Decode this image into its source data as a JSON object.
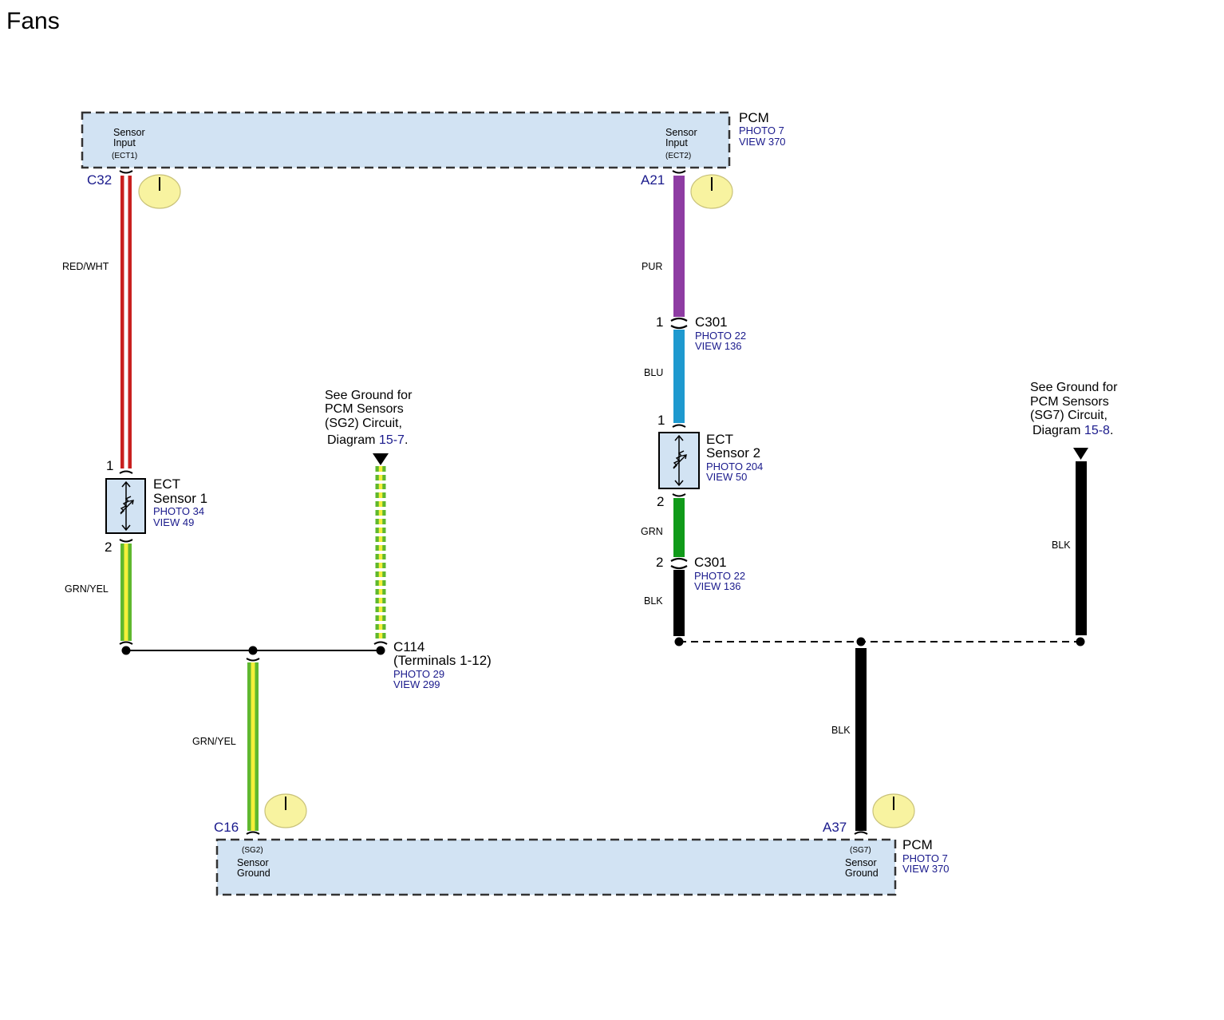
{
  "title": "Fans",
  "pcm_top": {
    "name": "PCM",
    "photo": "PHOTO 7",
    "view": "VIEW 370",
    "left_input": {
      "line1": "Sensor",
      "line2": "Input",
      "code": "(ECT1)",
      "pin": "C32"
    },
    "right_input": {
      "line1": "Sensor",
      "line2": "Input",
      "code": "(ECT2)",
      "pin": "A21"
    }
  },
  "pcm_bottom": {
    "name": "PCM",
    "photo": "PHOTO 7",
    "view": "VIEW 370",
    "left_ground": {
      "code": "(SG2)",
      "line1": "Sensor",
      "line2": "Ground",
      "pin": "C16"
    },
    "right_ground": {
      "code": "(SG7)",
      "line1": "Sensor",
      "line2": "Ground",
      "pin": "A37"
    }
  },
  "ect1": {
    "line1": "ECT",
    "line2": "Sensor 1",
    "photo": "PHOTO 34",
    "view": "VIEW 49",
    "pin_top": "1",
    "pin_bottom": "2"
  },
  "ect2": {
    "line1": "ECT",
    "line2": "Sensor 2",
    "photo": "PHOTO 204",
    "view": "VIEW 50",
    "pin_top": "1",
    "pin_bottom": "2"
  },
  "c301_top": {
    "name": "C301",
    "photo": "PHOTO 22",
    "view": "VIEW 136",
    "pin": "1"
  },
  "c301_bottom": {
    "name": "C301",
    "photo": "PHOTO 22",
    "view": "VIEW 136",
    "pin": "2"
  },
  "c114": {
    "name": "C114",
    "terminals": "(Terminals 1-12)",
    "photo": "PHOTO 29",
    "view": "VIEW 299"
  },
  "note_sg2": {
    "line1": "See Ground for",
    "line2": "PCM Sensors",
    "line3": "(SG2) Circuit,",
    "prefix": "Diagram",
    "link": "15-7",
    "suffix": "."
  },
  "note_sg7": {
    "line1": "See Ground for",
    "line2": "PCM Sensors",
    "line3": "(SG7) Circuit,",
    "prefix": "Diagram",
    "link": "15-8",
    "suffix": "."
  },
  "wires": {
    "red_wht": "RED/WHT",
    "grn_yel_upper": "GRN/YEL",
    "grn_yel_lower": "GRN/YEL",
    "pur": "PUR",
    "blu": "BLU",
    "grn": "GRN",
    "blk_c301": "BLK",
    "blk_right": "BLK",
    "blk_lower": "BLK"
  },
  "colors": {
    "pcm_fill": "#d2e3f3",
    "red": "#c8201f",
    "green_yellow": "#5fb82e",
    "yellow": "#f5f03a",
    "purple": "#8e3ca3",
    "blue": "#1e99cf",
    "green": "#109a19",
    "black": "#000000",
    "link": "#1a1a8c",
    "indicator": "#f8f3a0"
  }
}
